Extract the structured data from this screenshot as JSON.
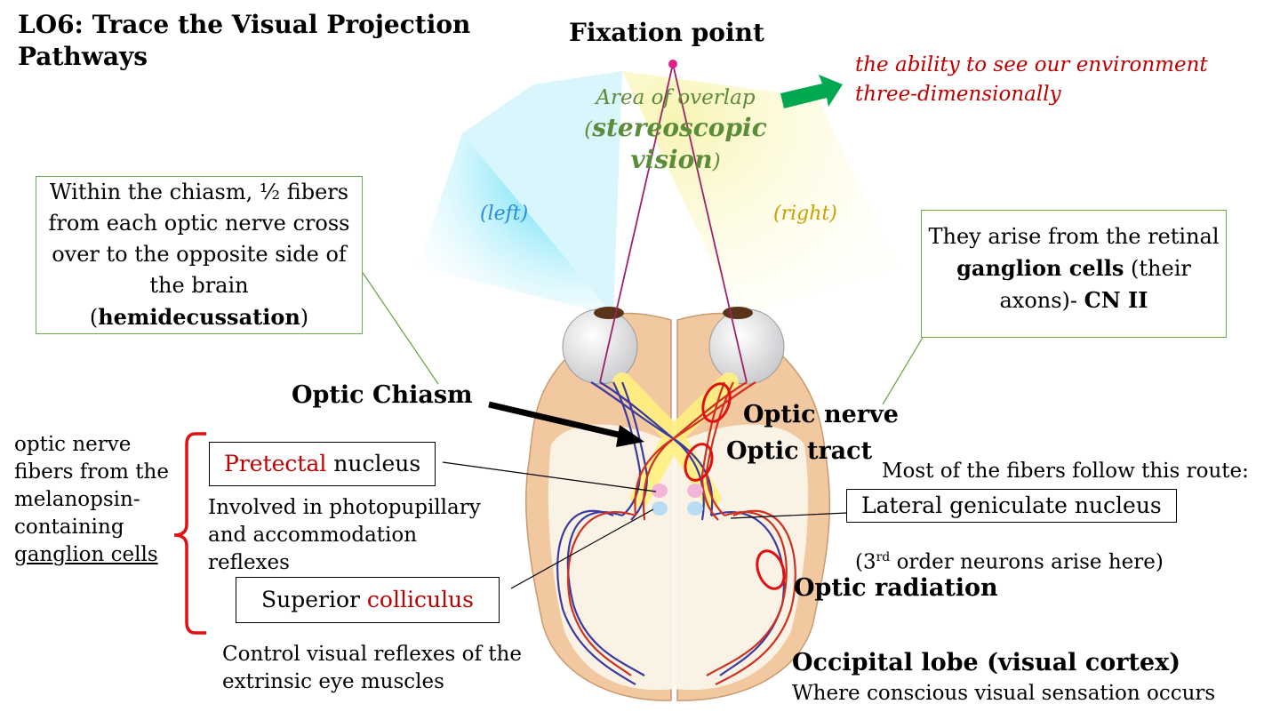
{
  "title": "LO6: Trace the Visual Projection Pathways",
  "fixation_point": "Fixation point",
  "stereo_result": "the ability to see our environment three-dimensionally",
  "overlap": {
    "line1": "Area of overlap",
    "open_paren": "(",
    "bold1": "stereoscopic",
    "bold2": "vision",
    "close_paren": ")"
  },
  "fields": {
    "left": "(left)",
    "right": "(right)"
  },
  "chiasm_box": {
    "text": "Within the chiasm, ½ fibers from each optic nerve cross over to the opposite side of the brain",
    "open_paren": "(",
    "bold": "hemidecussation",
    "close_paren": ")"
  },
  "nerve_box": {
    "text1": "They arise from the retinal",
    "bold1": "ganglion cells",
    "text2": "(their axons)-",
    "bold2": "CN II"
  },
  "labels": {
    "optic_chiasm": "Optic Chiasm",
    "optic_nerve": "Optic nerve",
    "optic_tract": "Optic tract",
    "optic_radiation": "Optic radiation",
    "occipital": "Occipital lobe (visual cortex)",
    "occipital_sub": "Where conscious visual sensation occurs",
    "most_fibers": "Most of the fibers follow this route:",
    "lgn": "Lateral geniculate nucleus",
    "third_order_pre": "(3",
    "third_order_sup": "rd",
    "third_order_post": " order neurons arise here)"
  },
  "left_panel": {
    "melanopsin_text": "optic nerve fibers from the melanopsin-containing",
    "melanopsin_underlined": "ganglion cells",
    "pretectal_red": "Pretectal",
    "pretectal_rest": " nucleus",
    "pretectal_desc": "Involved in photopupillary and accommodation reflexes",
    "superior": "Superior ",
    "colliculus_red": "colliculus",
    "colliculus_desc": "Control visual reflexes of the extrinsic eye muscles"
  },
  "colors": {
    "accent_red": "#c00000",
    "overlap_green": "#5b8c3a",
    "box_border_green": "#6aaa4a",
    "arrow_green": "#00a850",
    "left_field_blue": "#3aa0e0",
    "right_field_yellow": "#c8a000",
    "brain_tan": "#f2c8a0"
  }
}
